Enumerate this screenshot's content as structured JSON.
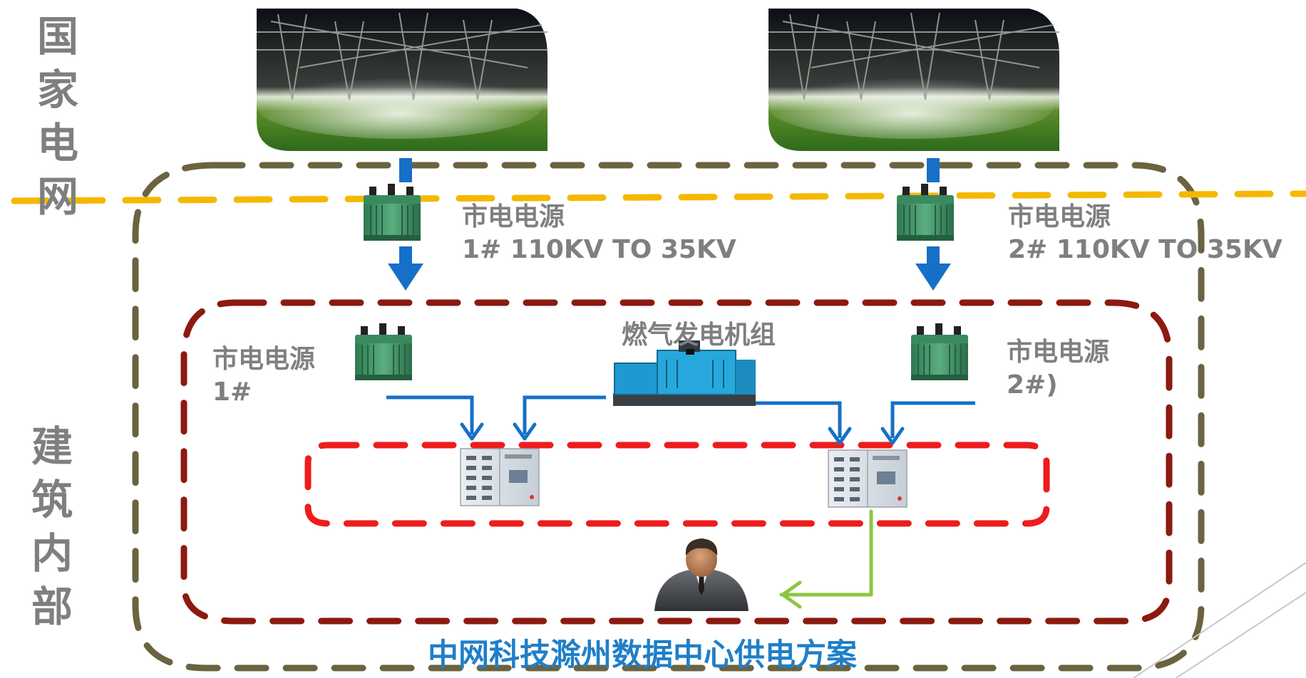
{
  "grid_label": [
    "国",
    "家",
    "电",
    "网"
  ],
  "building_label": [
    "建",
    "筑",
    "内",
    "部"
  ],
  "utility_1": {
    "line1": "市电电源",
    "line2": "1# 110KV TO 35KV"
  },
  "utility_2": {
    "line1": "市电电源",
    "line2": "2# 110KV TO 35KV"
  },
  "inner_source_1": {
    "line1": "市电电源",
    "line2": "1#"
  },
  "inner_source_2": {
    "line1": "市电电源",
    "line2": "2#)"
  },
  "generator_label": "燃气发电机组",
  "title": "中网科技滁州数据中心供电方案",
  "colors": {
    "grid_boundary": "#f5b800",
    "building_boundary": "#6b6340",
    "inner_boundary": "#8b1a10",
    "switchgear_boundary": "#ee1c1c",
    "power_arrow": "#1670c8",
    "output_arrow": "#8cc63f",
    "label_gray": "#7f7f7f",
    "title_blue": "#1f7fc8"
  },
  "icons": [
    "substation-photo",
    "transformer-icon",
    "gas-generator-icon",
    "switchgear-cabinet-icon",
    "operator-person-icon"
  ]
}
